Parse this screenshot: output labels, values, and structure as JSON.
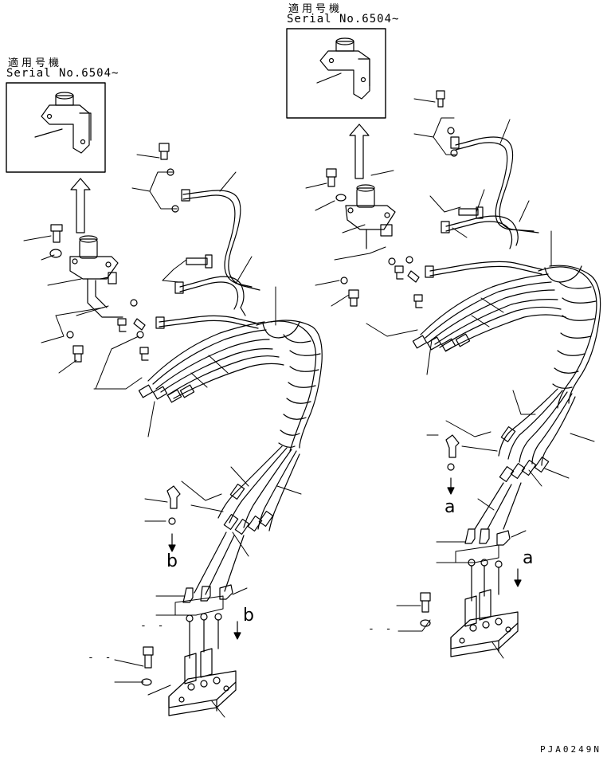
{
  "serial_labels": [
    {
      "jp": "適用号機",
      "serial": "Serial No.6504~"
    },
    {
      "jp": "適用号機",
      "serial": "Serial No.6504~"
    }
  ],
  "callouts": {
    "left": "b",
    "right": "a"
  },
  "dash_marks": [
    "- -",
    "- -",
    "- -"
  ],
  "drawing_code": "PJA0249N"
}
